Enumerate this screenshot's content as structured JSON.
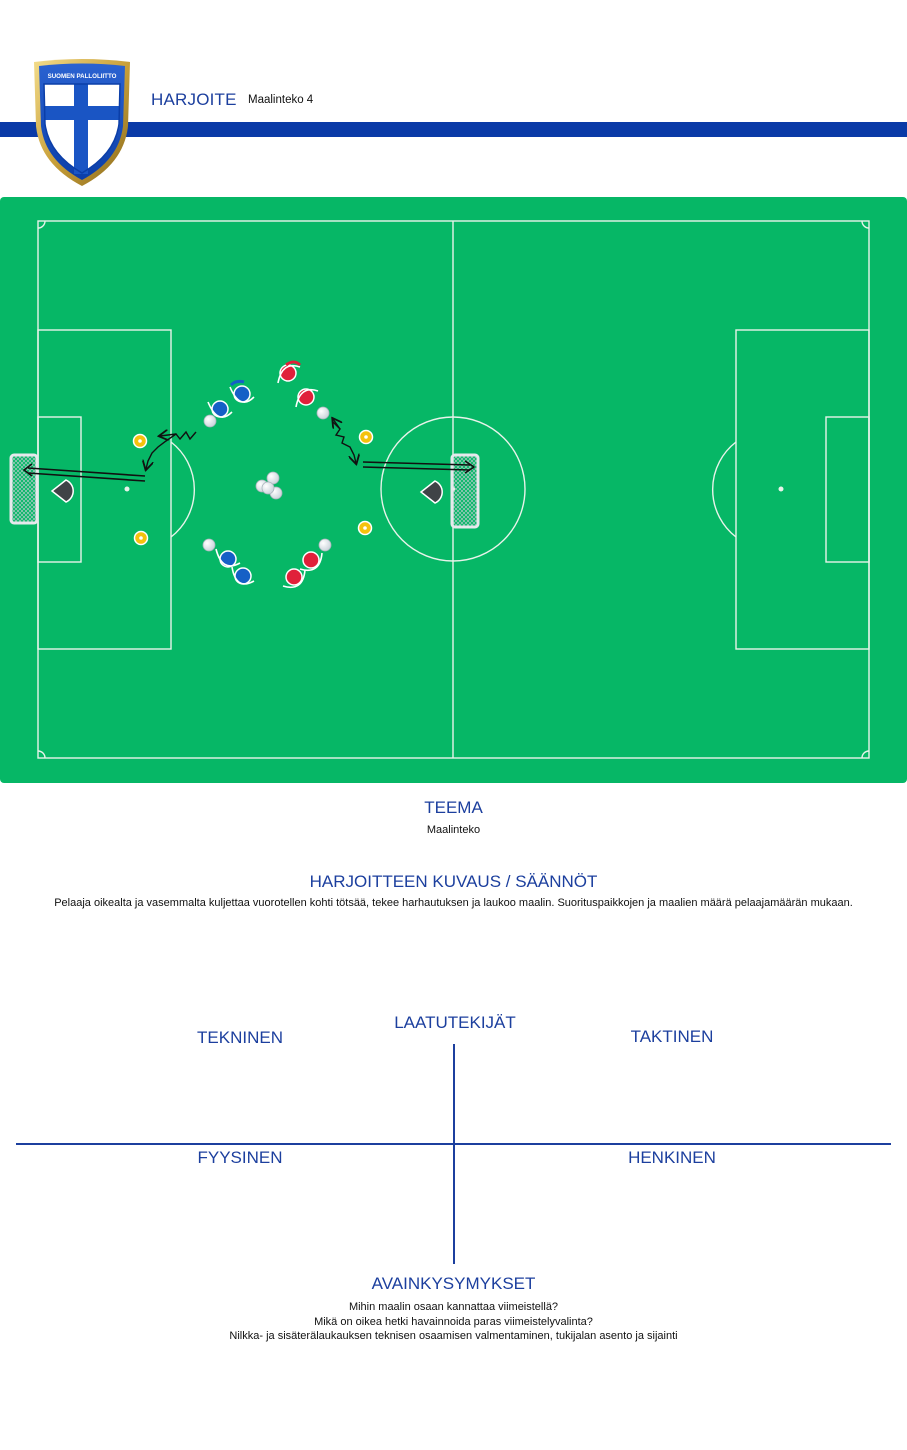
{
  "header": {
    "logo_text": "SUOMEN PALLOLIITTO",
    "title": "HARJOITE",
    "subtitle": "Maalinteko 4"
  },
  "colors": {
    "brand_blue": "#0a3aa7",
    "text_blue": "#1c3f9e",
    "pitch_green": "#06b766",
    "team_blue": "#1560c6",
    "team_red": "#e0203a",
    "cone_yellow": "#f4c20d"
  },
  "teema": {
    "title": "TEEMA",
    "text": "Maalinteko"
  },
  "description": {
    "title": "HARJOITTEEN KUVAUS / SÄÄNNÖT",
    "text": "Pelaaja oikealta ja vasemmalta kuljettaa vuorotellen kohti tötsää, tekee harhautuksen ja laukoo maalin. Suorituspaikkojen ja maalien määrä pelaajamäärän mukaan."
  },
  "quality": {
    "title": "LAATUTEKIJÄT",
    "technical": "TEKNINEN",
    "tactical": "TAKTINEN",
    "physical": "FYYSINEN",
    "mental": "HENKINEN"
  },
  "key_questions": {
    "title": "AVAINKYSYMYKSET",
    "items": [
      "Mihin maalin osaan kannattaa viimeistellä?",
      "Mikä on oikea hetki havainnoida paras viimeistelyvalinta?",
      "Nilkka- ja sisäterälaukauksen teknisen osaamisen valmentaminen, tukijalan asento ja sijainti"
    ]
  }
}
